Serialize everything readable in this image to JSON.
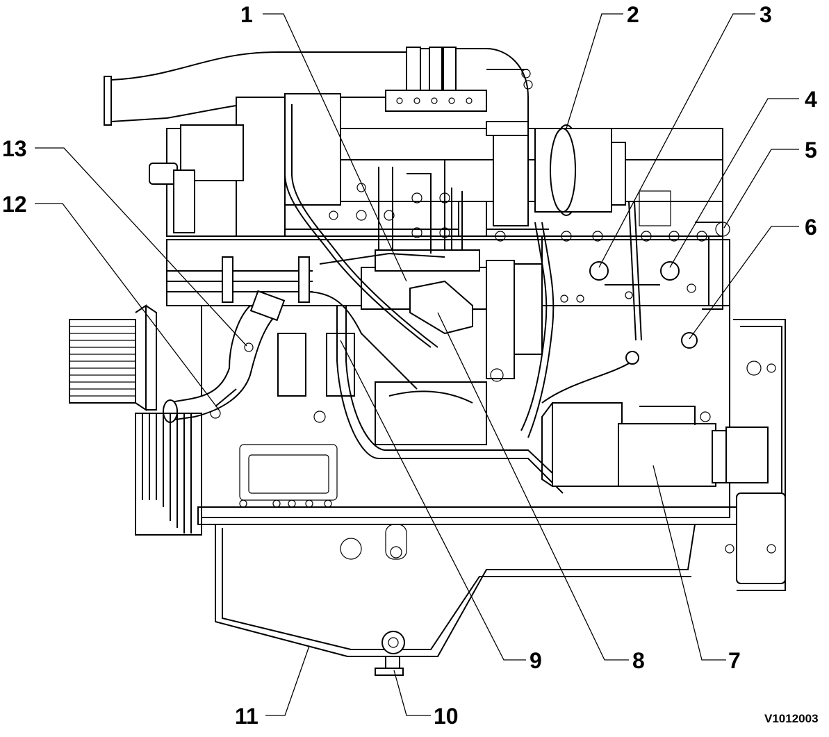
{
  "figure_id": "V1012003",
  "callouts": [
    {
      "key": "c1",
      "label": "1"
    },
    {
      "key": "c2",
      "label": "2"
    },
    {
      "key": "c3",
      "label": "3"
    },
    {
      "key": "c4",
      "label": "4"
    },
    {
      "key": "c5",
      "label": "5"
    },
    {
      "key": "c6",
      "label": "6"
    },
    {
      "key": "c7",
      "label": "7"
    },
    {
      "key": "c8",
      "label": "8"
    },
    {
      "key": "c9",
      "label": "9"
    },
    {
      "key": "c10",
      "label": "10"
    },
    {
      "key": "c11",
      "label": "11"
    },
    {
      "key": "c12",
      "label": "12"
    },
    {
      "key": "c13",
      "label": "13"
    }
  ]
}
